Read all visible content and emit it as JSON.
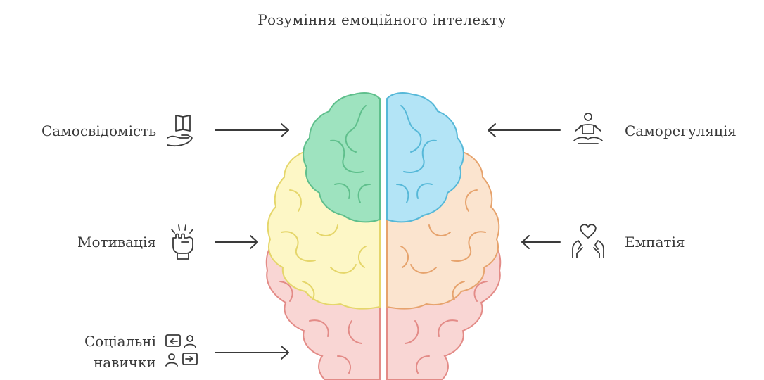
{
  "title": "Розуміння емоційного інтелекту",
  "labels": {
    "self_awareness": "Самосвідомість",
    "self_regulation": "Саморегуляція",
    "motivation": "Мотивація",
    "empathy": "Емпатія",
    "social_skills_line1": "Соціальні",
    "social_skills_line2": "навички"
  },
  "colors": {
    "green": "#9ee3bf",
    "green_stroke": "#5fbf8c",
    "blue": "#b3e4f6",
    "blue_stroke": "#56b8d8",
    "yellow": "#fdf7c6",
    "yellow_stroke": "#e5d66a",
    "orange": "#fbe4cf",
    "orange_stroke": "#e6a36d",
    "pink": "#f9d6d4",
    "pink_stroke": "#e38b87"
  },
  "icons": {
    "self_awareness": "book-in-hand-icon",
    "self_regulation": "meditation-icon",
    "motivation": "raised-fist-icon",
    "empathy": "heart-in-hands-icon",
    "social_skills": "conversation-icon"
  }
}
